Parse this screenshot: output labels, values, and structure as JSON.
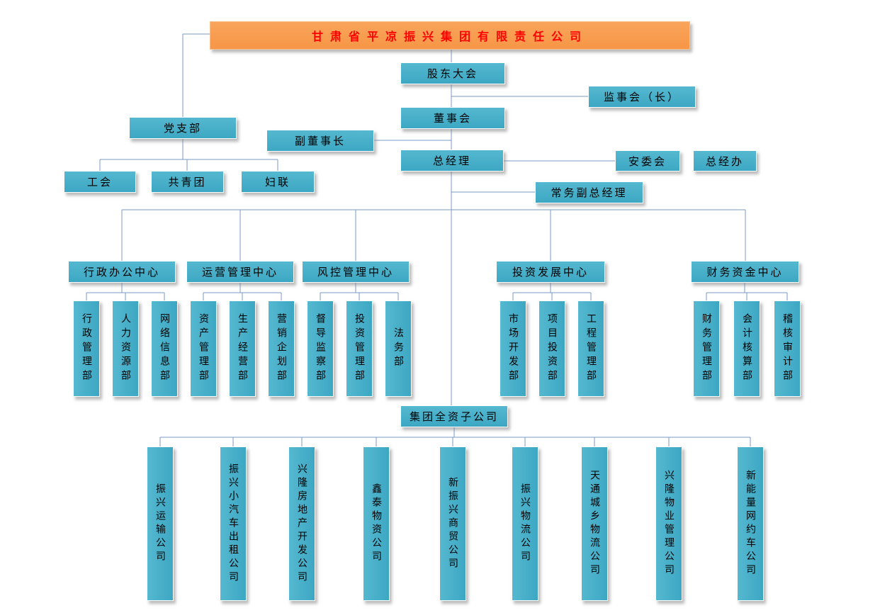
{
  "title": {
    "label": "甘肃省平凉振兴集团有限责任公司"
  },
  "nodes": {
    "shareholders_meeting": "股东大会",
    "supervisory_board": "监事会（长）",
    "board_of_directors": "董事会",
    "party_branch": "党支部",
    "vice_chairman": "副董事长",
    "general_manager": "总经理",
    "safety_committee": "安委会",
    "gm_office": "总经办",
    "labor_union": "工会",
    "youth_league": "共青团",
    "women_federation": "妇联",
    "executive_deputy_gm": "常务副总经理",
    "subsidiaries_header": "集团全资子公司"
  },
  "centers": [
    {
      "label": "行政办公中心",
      "departments": [
        "行政管理部",
        "人力资源部",
        "网络信息部"
      ]
    },
    {
      "label": "运营管理中心",
      "departments": [
        "资产管理部",
        "生产经营部",
        "营销企划部"
      ]
    },
    {
      "label": "风控管理中心",
      "departments": [
        "督导监察部",
        "投资管理部",
        "法务部"
      ]
    },
    {
      "label": "投资发展中心",
      "departments": [
        "市场开发部",
        "项目投资部",
        "工程管理部"
      ]
    },
    {
      "label": "财务资金中心",
      "departments": [
        "财务管理部",
        "会计核算部",
        "稽核审计部"
      ]
    }
  ],
  "subsidiaries": [
    "振兴运输公司",
    "振兴小汽车出租公司",
    "兴隆房地产开发公司",
    "鑫泰物资公司",
    "新振兴商贸公司",
    "振兴物流公司",
    "天通城乡物流公司",
    "兴隆物业管理公司",
    "新能量网约车公司"
  ],
  "colors": {
    "node_bg": "#45adc7",
    "title_bg": "#f79646",
    "title_text": "#ff0000",
    "line": "#7a99c7"
  }
}
